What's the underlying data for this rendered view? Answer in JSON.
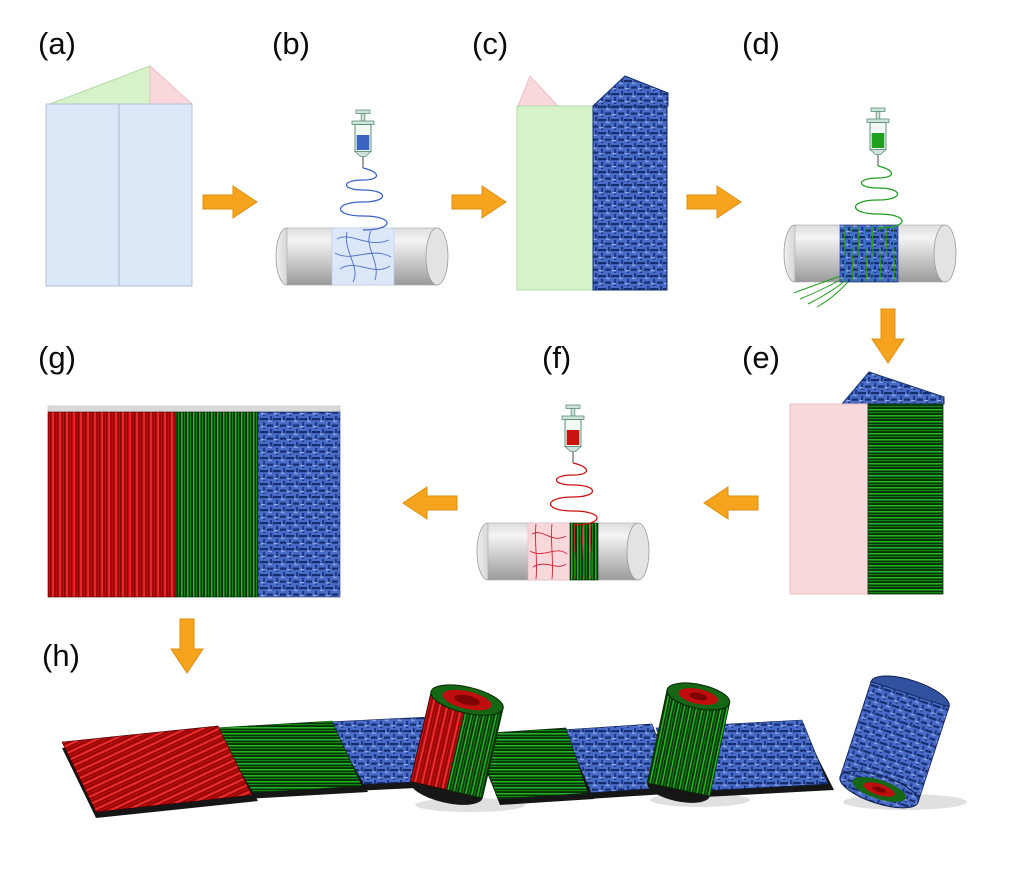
{
  "figure": {
    "type": "fabrication-process-schematic",
    "panel_labels": {
      "a": "(a)",
      "b": "(b)",
      "c": "(c)",
      "d": "(d)",
      "e": "(e)",
      "f": "(f)",
      "g": "(g)",
      "h": "(h)"
    }
  },
  "icons": {
    "arrow-icon": "solid block arrow (svg polygon)",
    "syringe-icon": "electrospinning syringe with needle and coiled jet (inline svg)",
    "drum-icon": "horizontal rotating collector cylinder (inline svg)"
  },
  "colors": {
    "arrow": "#F6A41D",
    "substrate-blue": "#DCE7F8",
    "substrate-green": "#D6F2C8",
    "substrate-pink": "#F9D8DC",
    "fiber-blue": "#4A6CC9",
    "fiber-blue-dark": "#162E6E",
    "fiber-green": "#27B427",
    "fiber-green-dark": "#073307",
    "fiber-red": "#C00D0D",
    "fiber-red-dark": "#7E0404",
    "background": "#FFFFFF"
  }
}
